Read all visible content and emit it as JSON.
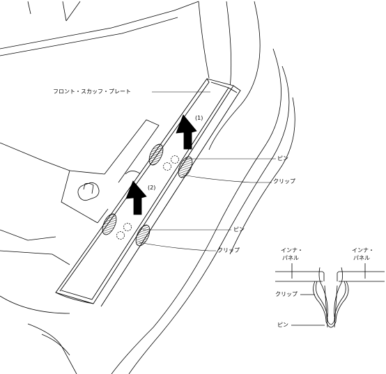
{
  "labels": {
    "front_scuff_plate": "フロント・スカッフ・プレート",
    "step1": "(1)",
    "step2": "(2)",
    "pin_upper": "ピン",
    "clip_upper": "クリップ",
    "pin_lower": "ピン",
    "clip_lower": "クリップ",
    "inner_panel_left_1": "インナ・",
    "inner_panel_left_2": "パネル",
    "inner_panel_right_1": "インナ・",
    "inner_panel_right_2": "パネル",
    "detail_clip": "クリップ",
    "detail_pin": "ピン"
  }
}
